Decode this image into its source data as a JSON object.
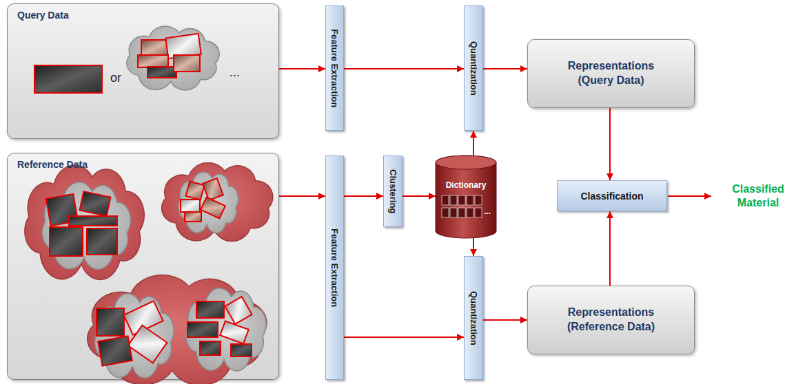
{
  "diagram": {
    "nodes": [
      {
        "text": [
          "Query Data"
        ]
      },
      {
        "text": [
          "Feature Extraction"
        ]
      },
      {
        "text": [
          "Quantization"
        ]
      },
      {
        "text": [
          "Representations (Query Data)"
        ]
      },
      {
        "text": [
          "Reference Data"
        ]
      },
      {
        "text": [
          "Feature Extraction"
        ]
      },
      {
        "text": [
          "Clustering"
        ]
      },
      {
        "text": [
          "Dictionary"
        ]
      },
      {
        "text": [
          "Classification"
        ]
      },
      {
        "text": [
          "Quantization"
        ]
      },
      {
        "text": [
          "Representations (Reference Data)"
        ]
      }
    ],
    "edges": [
      {
        "from": 0,
        "to": 1,
        "arrow": "to"
      },
      {
        "from": 4,
        "to": 5,
        "arrow": "to"
      },
      {
        "from": 1,
        "to": 2,
        "arrow": "to"
      },
      {
        "from": 5,
        "to": 6,
        "arrow": "to"
      },
      {
        "from": 6,
        "to": 7,
        "arrow": "to"
      },
      {
        "from": 7,
        "to": 2,
        "arrow": "to"
      },
      {
        "from": 7,
        "to": 9,
        "arrow": "to"
      },
      {
        "from": 5,
        "to": 9,
        "arrow": "to"
      },
      {
        "from": 2,
        "to": 3,
        "arrow": "to"
      },
      {
        "from": 9,
        "to": 10,
        "arrow": "to"
      },
      {
        "from": 3,
        "to": 8,
        "arrow": "to"
      },
      {
        "from": 10,
        "to": 8,
        "arrow": "to"
      }
    ],
    "labels": [
      "or",
      "...",
      "...",
      "Classified Material"
    ]
  }
}
